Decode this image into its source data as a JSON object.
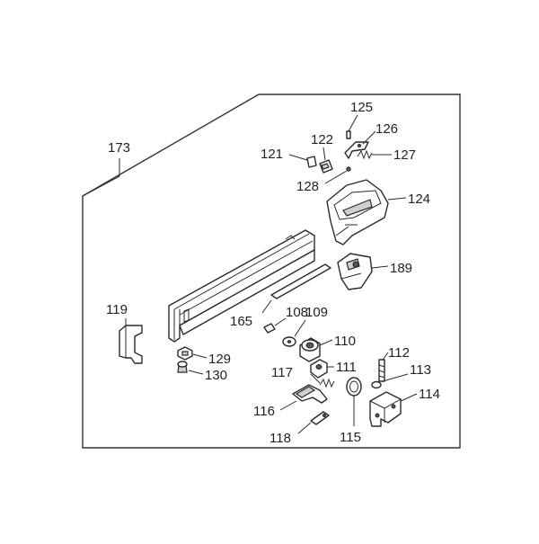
{
  "diagram": {
    "assembly_label": "173",
    "part_labels": {
      "p108": "108",
      "p109": "109",
      "p110": "110",
      "p111": "111",
      "p112": "112",
      "p113": "113",
      "p114": "114",
      "p115": "115",
      "p116": "116",
      "p117": "117",
      "p118": "118",
      "p119": "119",
      "p121": "121",
      "p122": "122",
      "p124": "124",
      "p125": "125",
      "p126": "126",
      "p127": "127",
      "p128": "128",
      "p129": "129",
      "p130": "130",
      "p165": "165",
      "p189": "189"
    }
  }
}
